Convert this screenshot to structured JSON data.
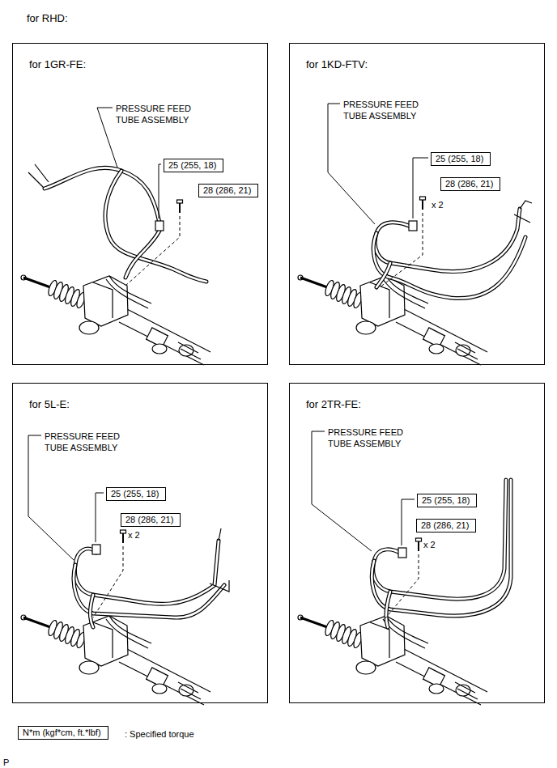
{
  "diagram": {
    "title": "for RHD:",
    "nodes": [
      {
        "text": [
          "for 1GR-FE:"
        ]
      },
      {
        "text": [
          "25 (255, 18)"
        ],
        "in": 0
      },
      {
        "text": [
          "28 (286, 21)"
        ],
        "in": 0
      },
      {
        "text": [
          "for 1KD-FTV:"
        ]
      },
      {
        "text": [
          "25 (255, 18)"
        ],
        "in": 3
      },
      {
        "text": [
          "28 (286, 21)"
        ],
        "in": 3
      },
      {
        "text": [
          "for 5L-E:"
        ]
      },
      {
        "text": [
          "25 (255, 18)"
        ],
        "in": 6
      },
      {
        "text": [
          "28 (286, 21)"
        ],
        "in": 6
      },
      {
        "text": [
          "for 2TR-FE:"
        ]
      },
      {
        "text": [
          "25 (255, 18)"
        ],
        "in": 9
      },
      {
        "text": [
          "28 (286, 21)"
        ],
        "in": 9
      },
      {
        "text": [
          "N*m (kgf*cm, ft.*lbf)"
        ]
      }
    ],
    "labels": [
      "PRESSURE FEED TUBE ASSEMBLY",
      "PRESSURE FEED TUBE ASSEMBLY",
      "x 2",
      "PRESSURE FEED TUBE ASSEMBLY",
      "x 2",
      "PRESSURE FEED TUBE ASSEMBLY",
      "x 2",
      ": Specified torque",
      "P"
    ]
  }
}
